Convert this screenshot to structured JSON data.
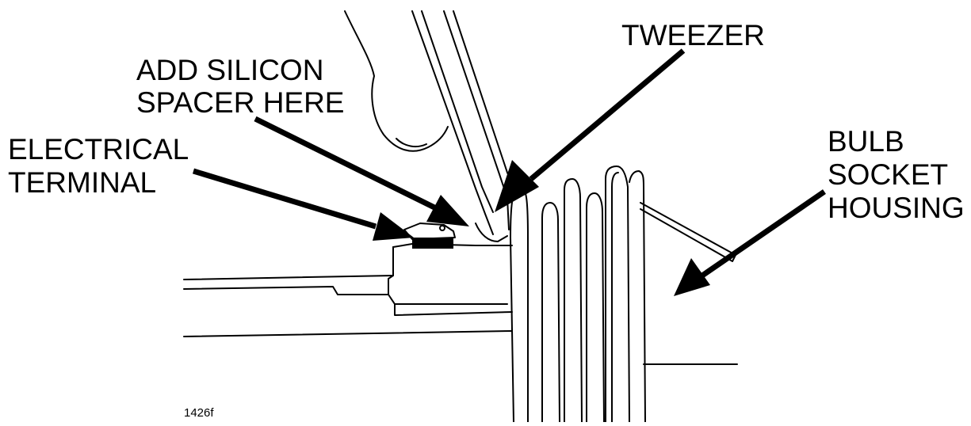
{
  "labels": {
    "tweezer": "TWEEZER",
    "spacer_line1": "ADD SILICON",
    "spacer_line2": "SPACER HERE",
    "terminal_line1": "ELECTRICAL",
    "terminal_line2": "TERMINAL",
    "housing_line1": "BULB",
    "housing_line2": "SOCKET",
    "housing_line3": "HOUSING"
  },
  "figure_number": "1426f",
  "colors": {
    "ink": "#000000",
    "background": "#ffffff"
  }
}
